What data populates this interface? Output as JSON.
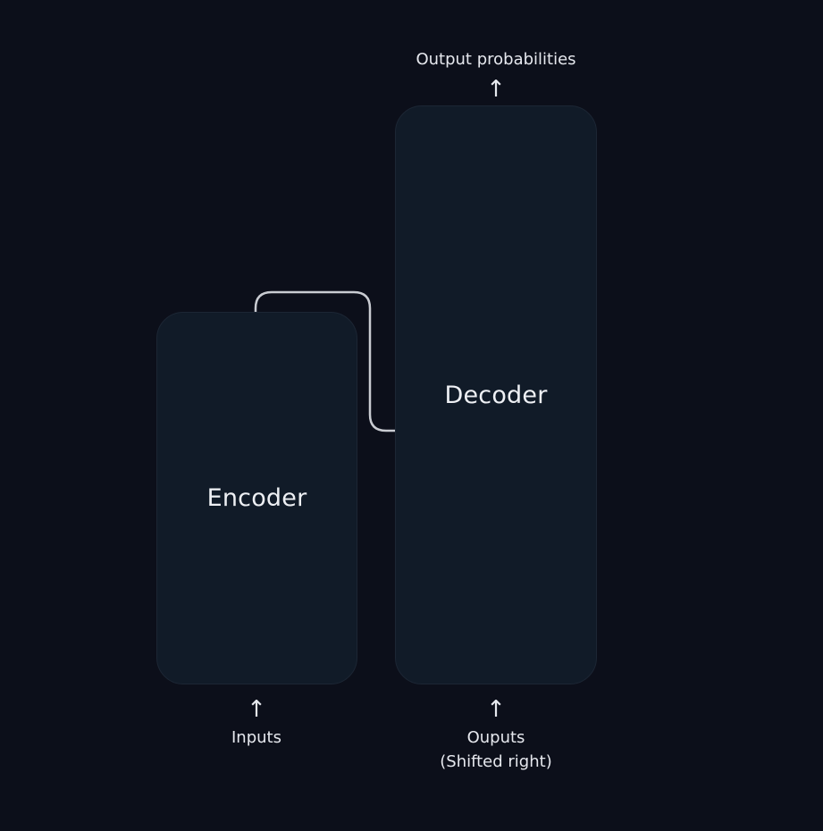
{
  "encoder": {
    "label": "Encoder"
  },
  "decoder": {
    "label": "Decoder"
  },
  "output": {
    "label": "Output probabilities",
    "arrow": "↑"
  },
  "inputs": {
    "label": "Inputs",
    "arrow": "↑"
  },
  "outputs_shifted": {
    "line1": "Ouputs",
    "line2": "(Shifted right)",
    "arrow": "↑"
  },
  "colors": {
    "background": "#0c0f1a",
    "block_fill": "#111b28",
    "block_border": "#1c2634",
    "connector": "#c9ccd2",
    "text": "#e6e8ee"
  }
}
